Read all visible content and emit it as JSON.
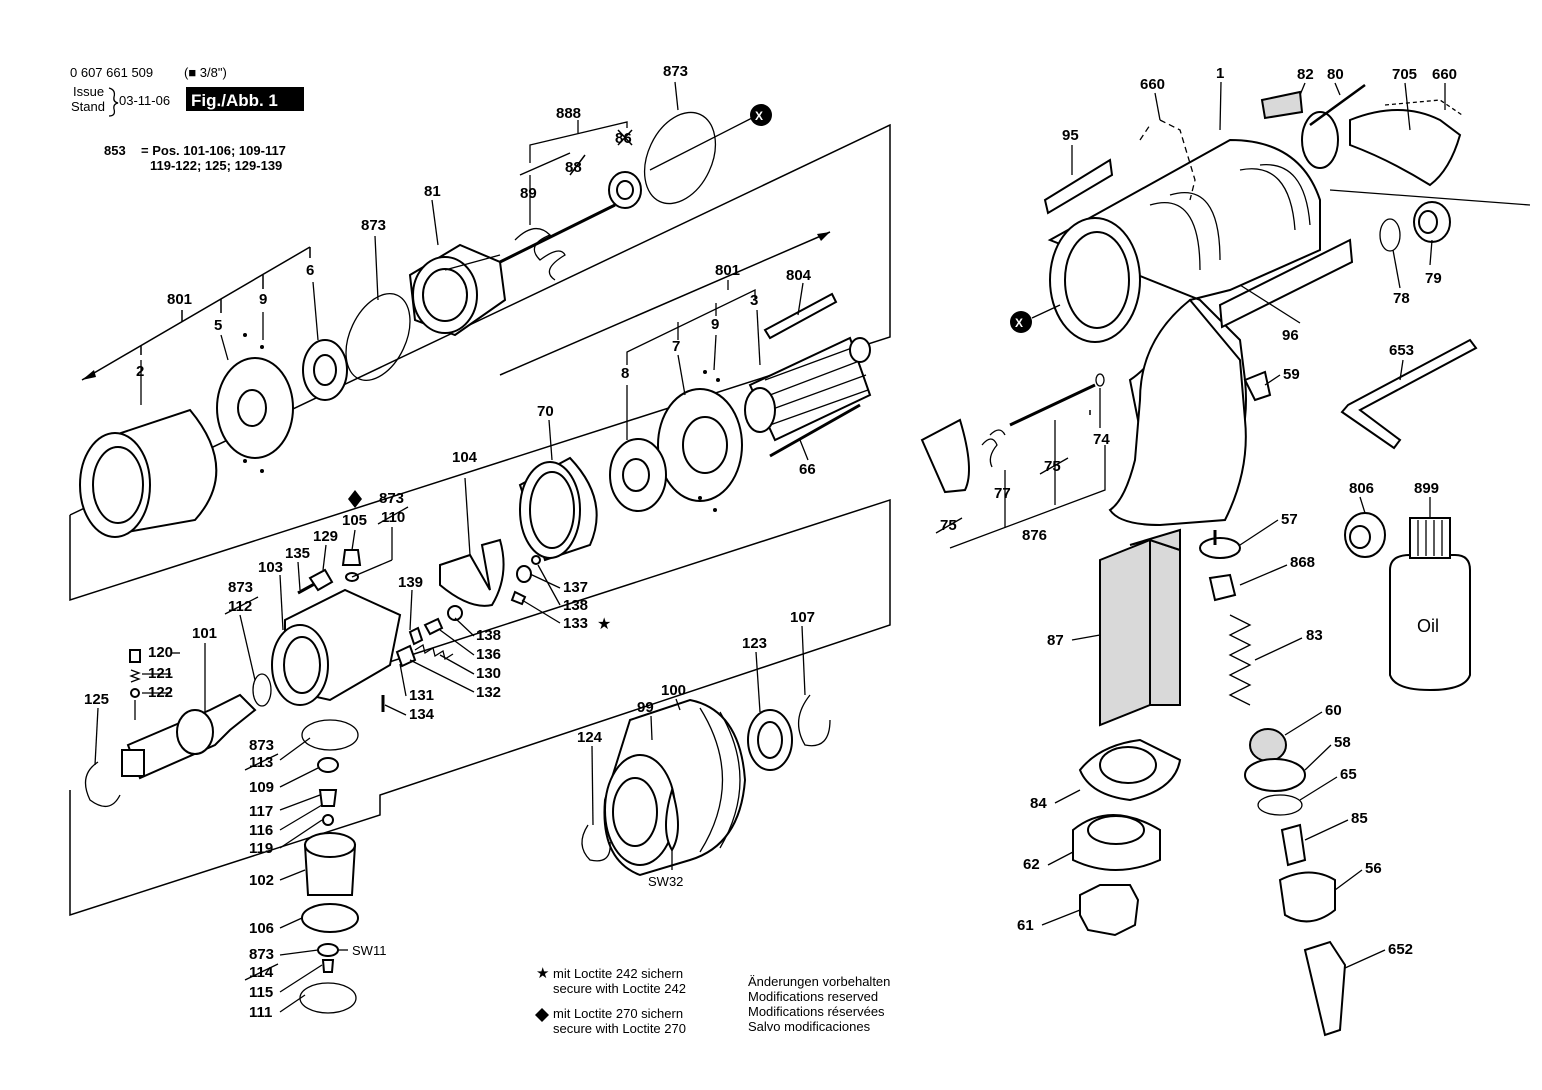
{
  "header": {
    "part_number": "0 607 661 509",
    "drive": "(■ 3/8\")",
    "issue_label": "Issue",
    "stand_label": "Stand",
    "issue_date": "03-11-06",
    "figure": "Fig./Abb. 1",
    "kit_code": "853",
    "kit_line1": "= Pos. 101-106; 109-117",
    "kit_line2": "119-122; 125; 129-139"
  },
  "labels": {
    "l873a": "873",
    "l888": "888",
    "l88": "88",
    "l86": "86",
    "l89": "89",
    "l81": "81",
    "l873b": "873",
    "l801a": "801",
    "l9a": "9",
    "l6": "6",
    "l5": "5",
    "l2": "2",
    "l801b": "801",
    "l804": "804",
    "l9b": "9",
    "l3": "3",
    "l7": "7",
    "l8": "8",
    "l70": "70",
    "l66": "66",
    "l104": "104",
    "l873c": "873",
    "l110": "110",
    "l105": "105",
    "l129": "129",
    "l135": "135",
    "l103": "103",
    "l873d": "873",
    "l112": "112",
    "l139": "139",
    "l137": "137",
    "l138a": "138",
    "l133": "133",
    "l138b": "138",
    "l136": "136",
    "l130": "130",
    "l132": "132",
    "l131": "131",
    "l134": "134",
    "l120": "120",
    "l121": "121",
    "l122": "122",
    "l101": "101",
    "l125": "125",
    "l873e": "873",
    "l113": "113",
    "l109": "109",
    "l117": "117",
    "l116": "116",
    "l119": "119",
    "l102": "102",
    "l106": "106",
    "l873f": "873",
    "l114": "114",
    "l115": "115",
    "l111": "111",
    "lsw11": "SW11",
    "l123": "123",
    "l107": "107",
    "l99": "99",
    "l100": "100",
    "l124": "124",
    "lsw32": "SW32",
    "l660a": "660",
    "l1": "1",
    "l82": "82",
    "l80": "80",
    "l705": "705",
    "l660b": "660",
    "l95": "95",
    "l79": "79",
    "l78": "78",
    "l96": "96",
    "l653": "653",
    "l59": "59",
    "l74": "74",
    "l77": "77",
    "l75a": "75",
    "l75b": "75",
    "l876": "876",
    "l806": "806",
    "l899": "899",
    "loil": "Oil",
    "l57": "57",
    "l868": "868",
    "l87": "87",
    "l83": "83",
    "l60": "60",
    "l58": "58",
    "l84": "84",
    "l65": "65",
    "l85": "85",
    "l62": "62",
    "l56": "56",
    "l61": "61",
    "l652": "652"
  },
  "notes": {
    "star_de": "mit Loctite 242 sichern",
    "star_en": "secure with Loctite 242",
    "diamond_de": "mit Loctite 270 sichern",
    "diamond_en": "secure with Loctite 270",
    "mod_de": "Änderungen vorbehalten",
    "mod_en": "Modifications reserved",
    "mod_fr": "Modifications réservées",
    "mod_es": "Salvo modificaciones"
  },
  "marker": "X"
}
